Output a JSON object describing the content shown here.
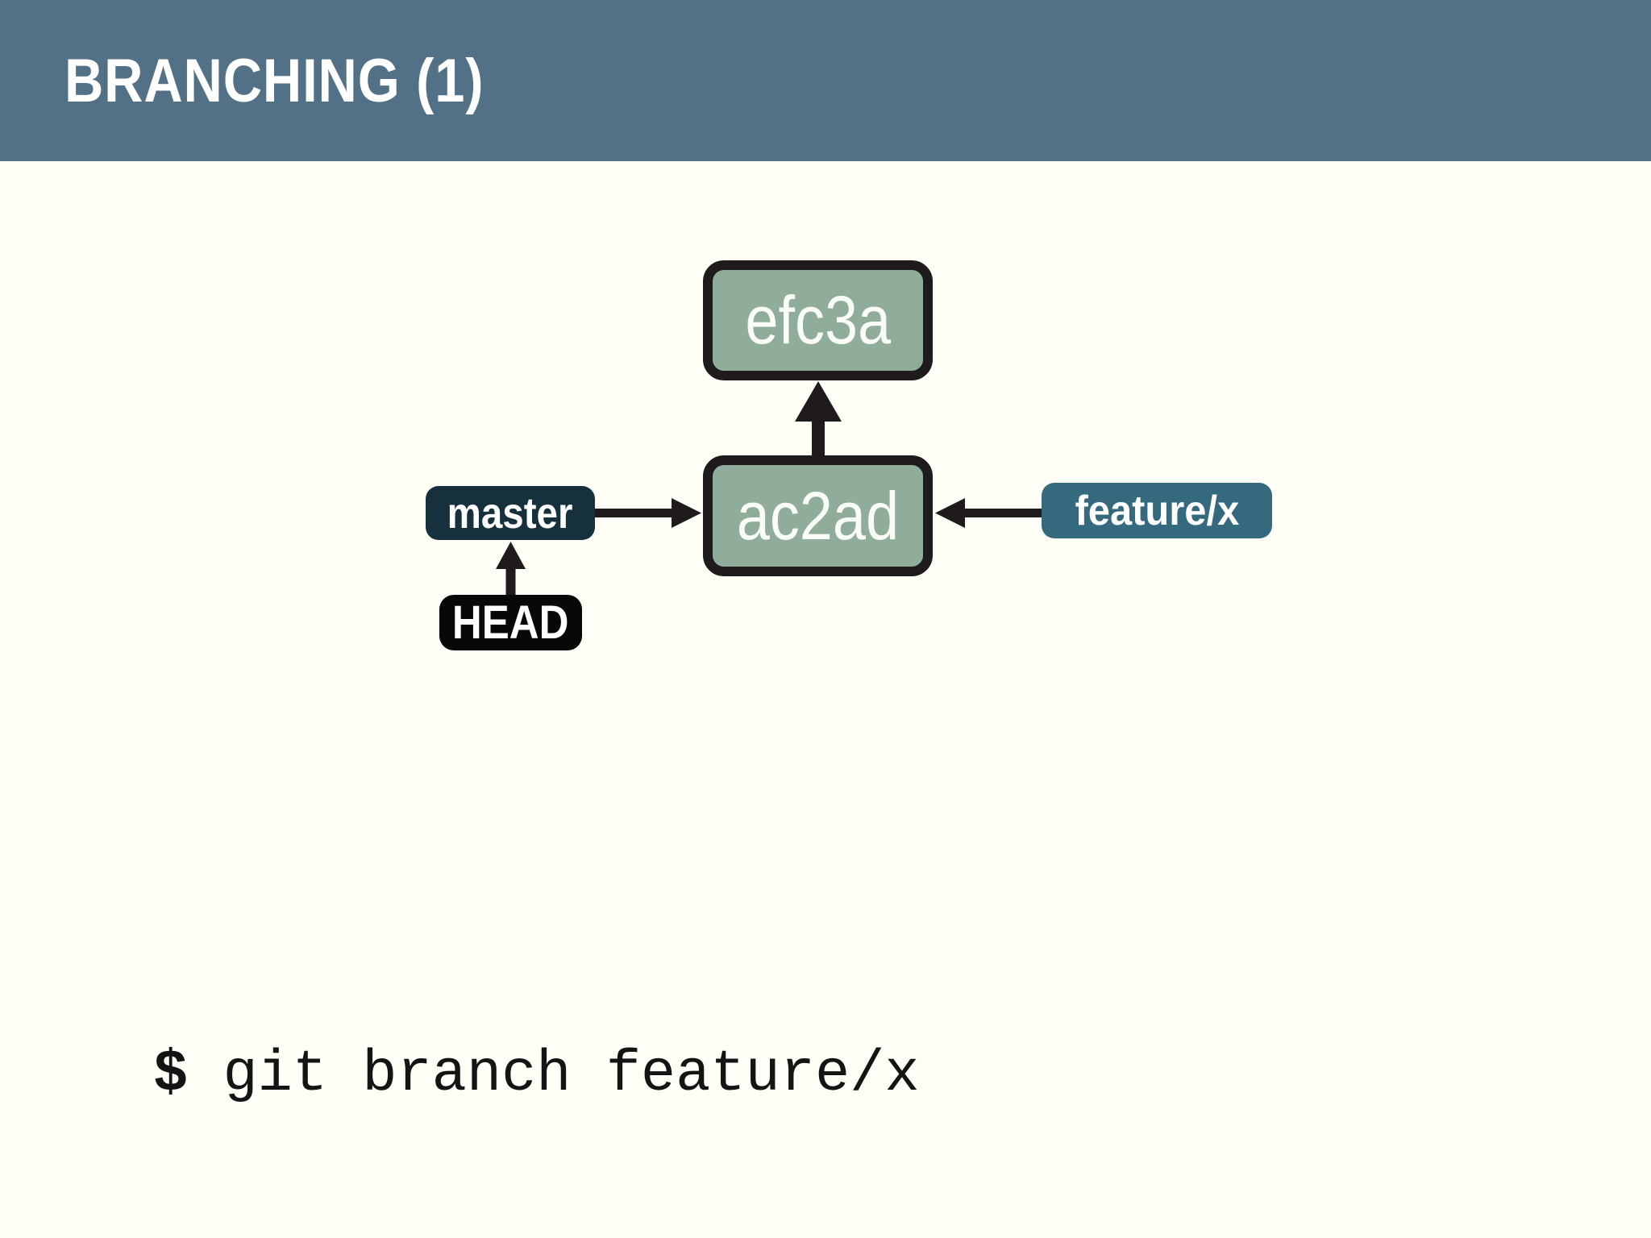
{
  "slide": {
    "title": "BRANCHING (1)",
    "command": {
      "prompt": "$",
      "text": "git branch feature/x"
    }
  },
  "diagram": {
    "commits": [
      {
        "id": "efc3a"
      },
      {
        "id": "ac2ad"
      }
    ],
    "refs": {
      "master": {
        "label": "master"
      },
      "feature": {
        "label": "feature/x"
      },
      "head": {
        "label": "HEAD"
      }
    }
  },
  "theme": {
    "header_bg": "#527186",
    "page_bg": "#FEFEF6",
    "commit_fill": "#8FAD9A",
    "outline": "#1F1B1C",
    "master_bg": "#17303D",
    "feature_bg": "#35697E",
    "head_bg": "#080808",
    "label_text": "#FFFFFF",
    "title_text": "#FFFFFF",
    "command_text": "#141414"
  }
}
